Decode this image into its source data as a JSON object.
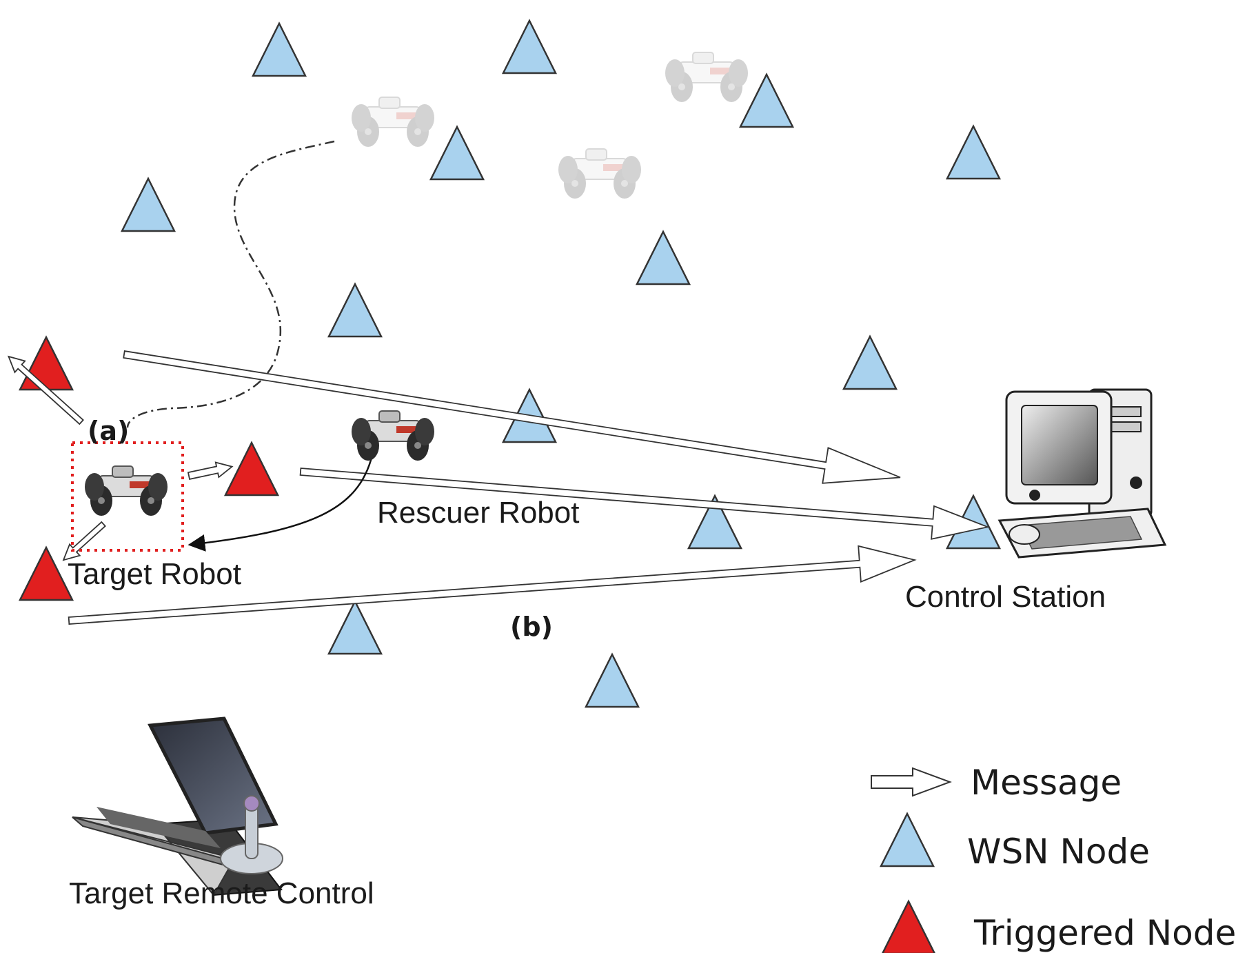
{
  "labels": {
    "target_robot": "Target Robot",
    "rescuer_robot": "Rescuer Robot",
    "control_station": "Control Station",
    "target_remote_control": "Target Remote Control",
    "path_a": "(a)",
    "path_b": "(b)"
  },
  "legend": {
    "message": "Message",
    "wsn_node": "WSN Node",
    "triggered_node": "Triggered Node"
  },
  "colors": {
    "wsn_node": "#a9d2ee",
    "triggered_node": "#e11f1f",
    "stroke": "#333333"
  }
}
